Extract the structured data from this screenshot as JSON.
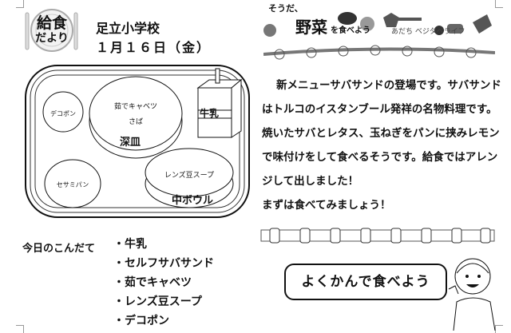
{
  "header": {
    "logo_line1": "給食",
    "logo_line2": "だより",
    "school": "足立小学校",
    "date": "１月１６日（金）"
  },
  "tray": {
    "items": {
      "dekopon": "デコポン",
      "deep_plate_line1": "茹でキャベツ",
      "deep_plate_line2": "さば",
      "deep_plate_label": "深皿",
      "milk": "牛乳",
      "soup": "レンズ豆スープ",
      "bowl_label": "中ボウル",
      "bread": "セサミパン"
    }
  },
  "banner": {
    "lead": "そうだ、",
    "main": "野菜",
    "sub": "を食べよう",
    "brand": "あだち ベジタベライフ"
  },
  "article": {
    "lines": [
      "新メニューサバサンドの登場です。サバサンド",
      "はトルコのイスタンブール発祥の名物料理です。",
      "焼いたサバとレタス、玉ねぎをパンに挟みレモン",
      "で味付けをして食べるそうです。給食ではアレン",
      "ジして出しました！",
      "まずは食べてみましょう！"
    ]
  },
  "menu": {
    "title": "今日のこんだて",
    "items": [
      "・牛乳",
      "・セルフサバサンド",
      "・茹でキャベツ",
      "・レンズ豆スープ",
      "・デコポン"
    ]
  },
  "bubble": {
    "text": "よくかんで食べよう"
  }
}
